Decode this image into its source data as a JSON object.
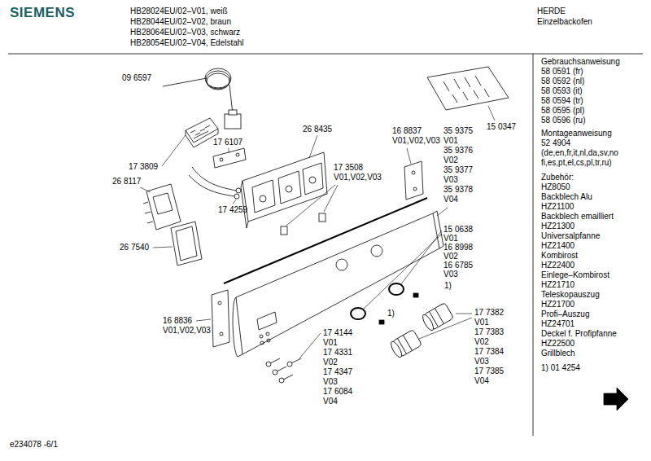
{
  "diagram": {
    "labels": [
      "SIEMENS",
      "HB28024EU/02–V01, weiß",
      "HB28044EU/02–V02, braun",
      "HB28064EU/02–V03, schwarz",
      "HB28054EU/02–V04, Edelstahl",
      "HERDE",
      "Einzelbackofen",
      "09 6597",
      "17 3809",
      "17 6107",
      "26 8435",
      "15 0347",
      "16 8837",
      "V01,V02,V03",
      "35 9375",
      "V01",
      "35 9376",
      "V02",
      "35 9377",
      "V03",
      "35 9378",
      "V04",
      "17 3508",
      "V01,V02,V03",
      "26 8117",
      "17 4259",
      "26 7540",
      "15 0638",
      "V01",
      "16 8998",
      "V02",
      "16 6785",
      "V03",
      "1)",
      "1)",
      "16 8836",
      "V01,V02,V03",
      "17 4144",
      "V01",
      "17 4331",
      "V02",
      "17 4347",
      "V03",
      "17 6084",
      "V04",
      "17 7382",
      "V01",
      "17 7383",
      "V02",
      "17 7384",
      "V03",
      "17 7385",
      "V04",
      "Gebrauchsanweisung",
      "58 0591 (fr)",
      "58 0592 (nl)",
      "58 0593 (it)",
      "58 0594 (tr)",
      "58 0595 (pl)",
      "58 0596 (ru)",
      "Montageanweisung",
      "52 4904",
      "(de,en,fr,it,nl,da,sv,no",
      "fi,es,pt,el,cs,pl,tr,ru)",
      "Zubehör:",
      "HZ8050",
      "Backblech Alu",
      "HZ21100",
      "Backblech emailliert",
      "HZ21300",
      "Universalpfanne",
      "HZ21400",
      "Kombirost",
      "HZ22400",
      "Einlege–Kombirost",
      "HZ21710",
      "Teleskopauszug",
      "HZ21700",
      "Profi–Auszug",
      "HZ24701",
      "Deckel f. Profipfanne",
      "HZ22500",
      "Grillblech",
      "1) 01 4254",
      "e234078 -6/1"
    ]
  }
}
